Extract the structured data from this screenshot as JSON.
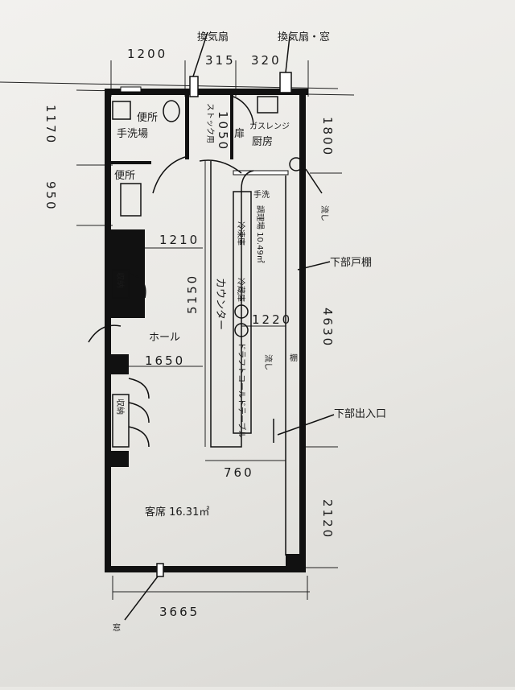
{
  "labels": {
    "vent_fan": "換気扇",
    "vent_fan_window": "換気扇・窓",
    "toilet_top": "便所",
    "hand_wash_area": "手洗場",
    "stock": "ストック用",
    "door": "扉",
    "gas_range": "ガスレンジ",
    "kitchen": "厨房",
    "toilet": "便所",
    "hand_wash": "手洗",
    "kitchen_area": "調理場 10.49㎡",
    "freezer": "冷凍庫",
    "refrigerator": "冷蔵庫",
    "cold_table": "ドラフトコールドテーブル",
    "sink_right": "流し",
    "sink_counter": "流し",
    "counter": "カウンター",
    "storage_1": "収納",
    "storage_2": "収納",
    "hall": "ホール",
    "lower_shelf": "下部戸棚",
    "shelf": "棚",
    "lower_entrance": "下部出入口",
    "seating": "客席 16.31㎡",
    "window": "窓"
  },
  "dimensions": {
    "top_left": "1200",
    "top_mid": "315",
    "top_right": "320",
    "left_upper": "1170",
    "left_lower": "950",
    "right_upper": "1800",
    "kitchen_door": "1050",
    "right_mid": "4630",
    "right_lower": "2120",
    "width_1210": "1210",
    "width_1650": "1650",
    "counter_len": "5150",
    "aisle": "1220",
    "counter_gap": "760",
    "bottom": "3665"
  }
}
